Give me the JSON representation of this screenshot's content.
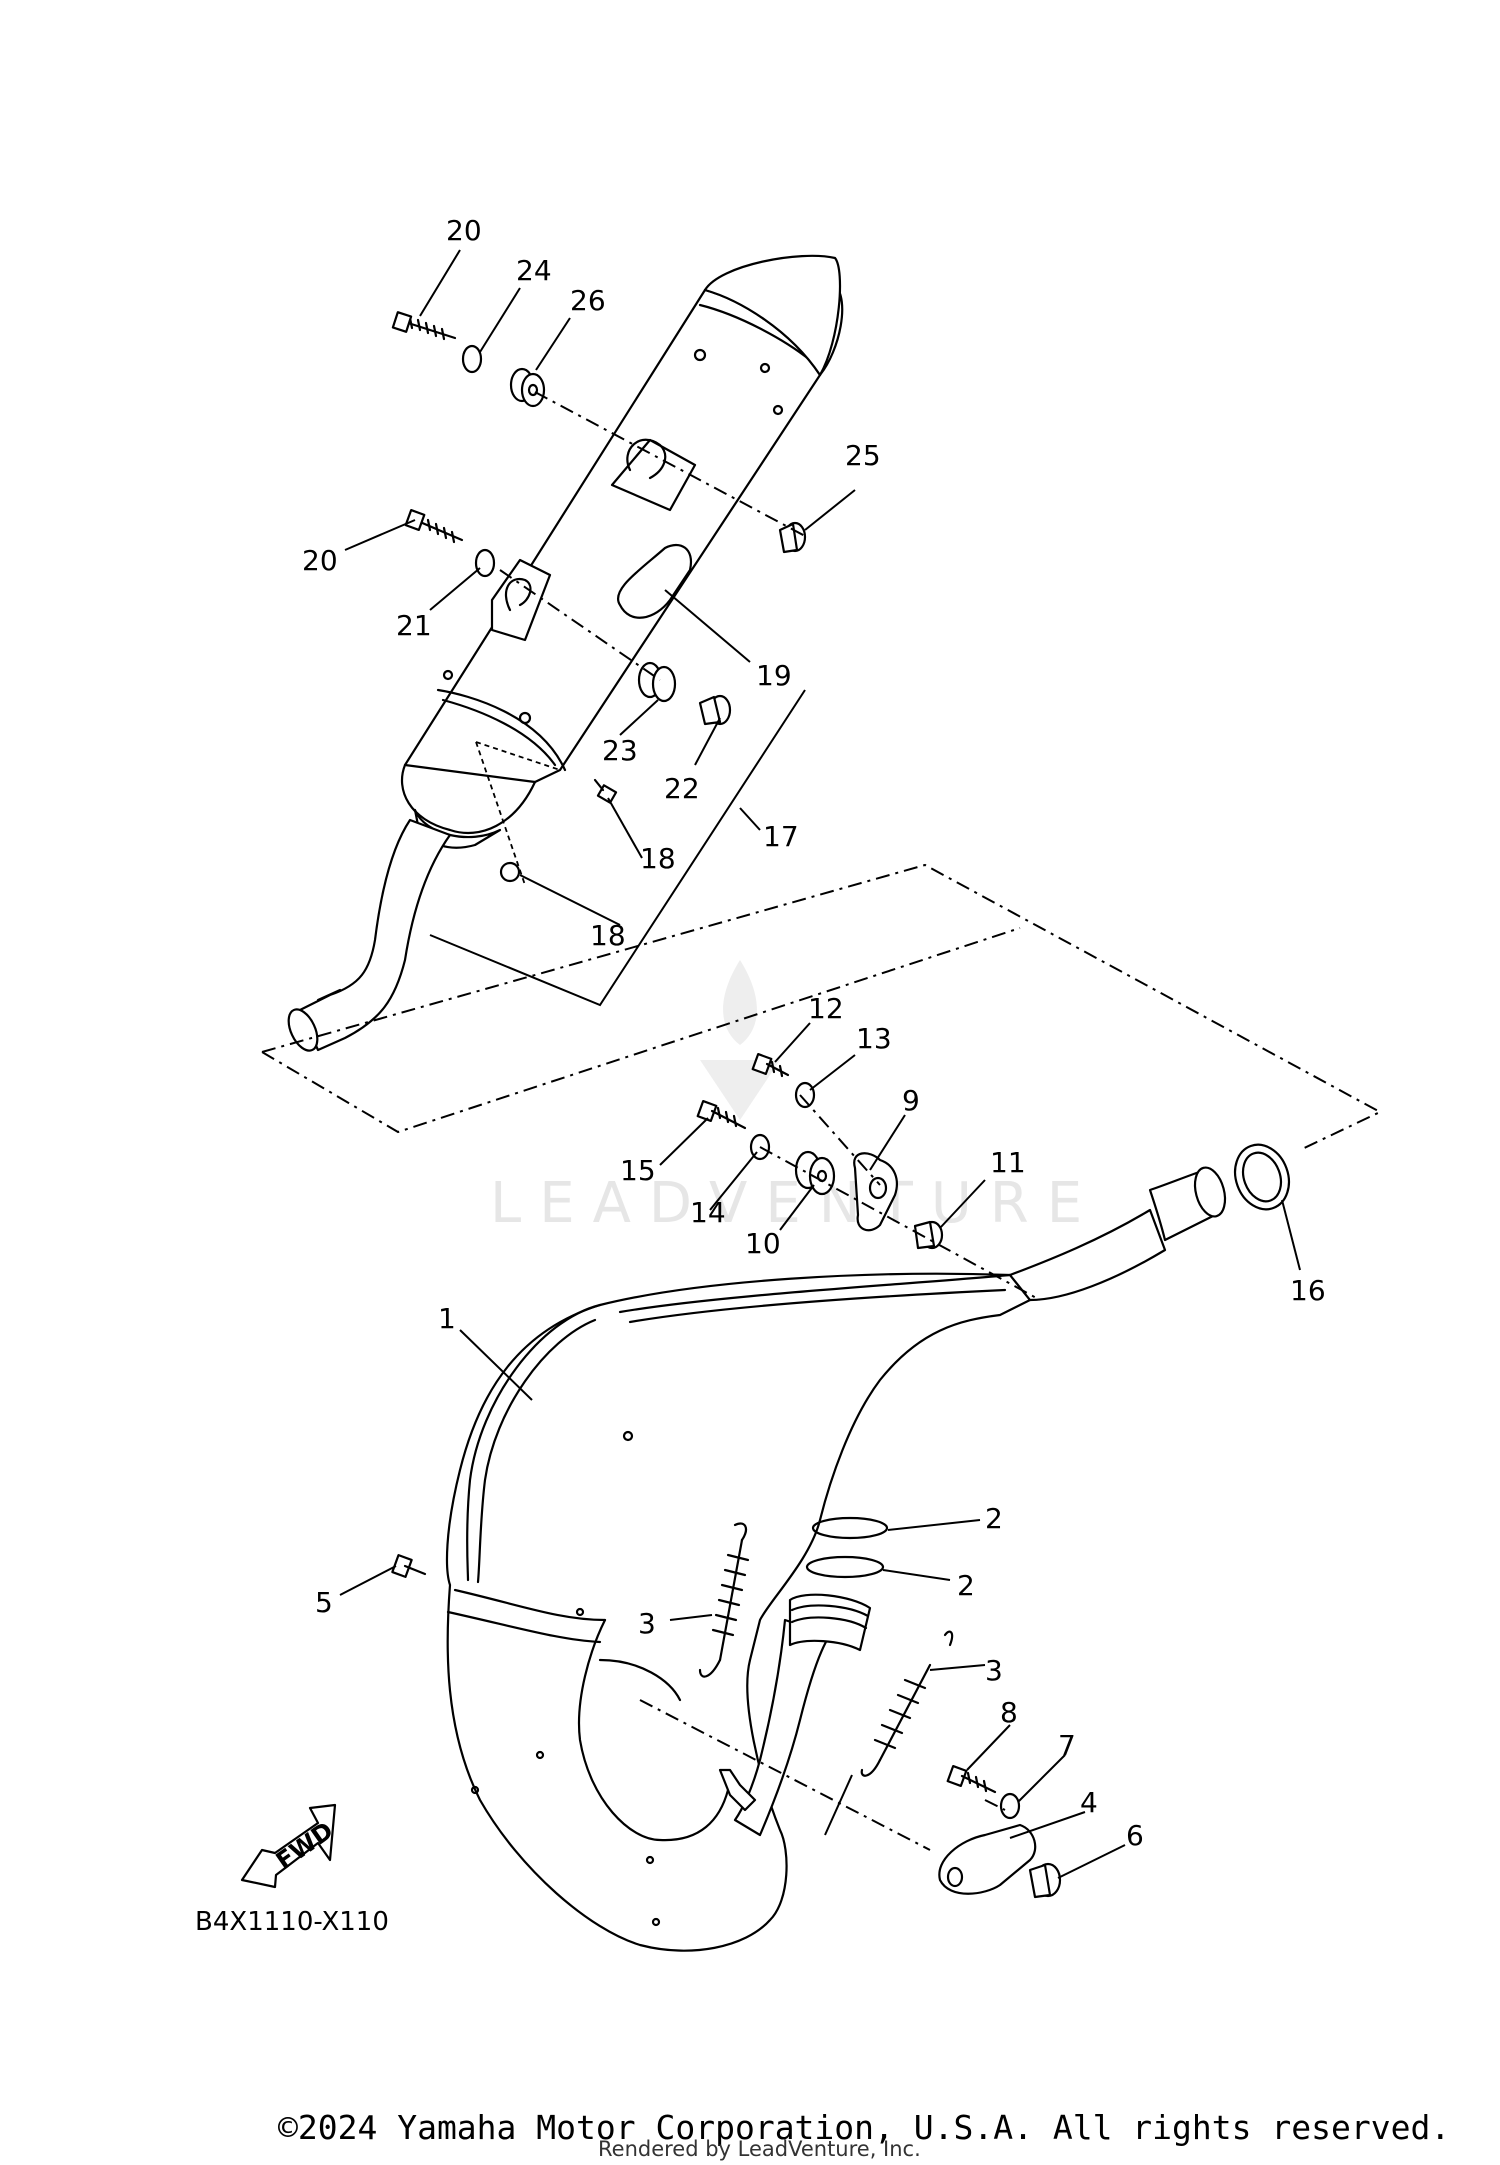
{
  "diagram": {
    "callouts": [
      "20",
      "24",
      "26",
      "25",
      "20",
      "21",
      "19",
      "23",
      "22",
      "18",
      "18",
      "17",
      "12",
      "13",
      "9",
      "15",
      "11",
      "14",
      "10",
      "16",
      "1",
      "2",
      "2",
      "3",
      "3",
      "5",
      "8",
      "7",
      "4",
      "6"
    ],
    "diagram_code": "B4X1110-X110",
    "fwd_label": "FWD",
    "watermark": "LEADVENTURE"
  },
  "footer": {
    "copyright": "©2024 Yamaha Motor Corporation, U.S.A. All rights reserved.",
    "rendered_by": "Rendered by LeadVenture, Inc."
  }
}
